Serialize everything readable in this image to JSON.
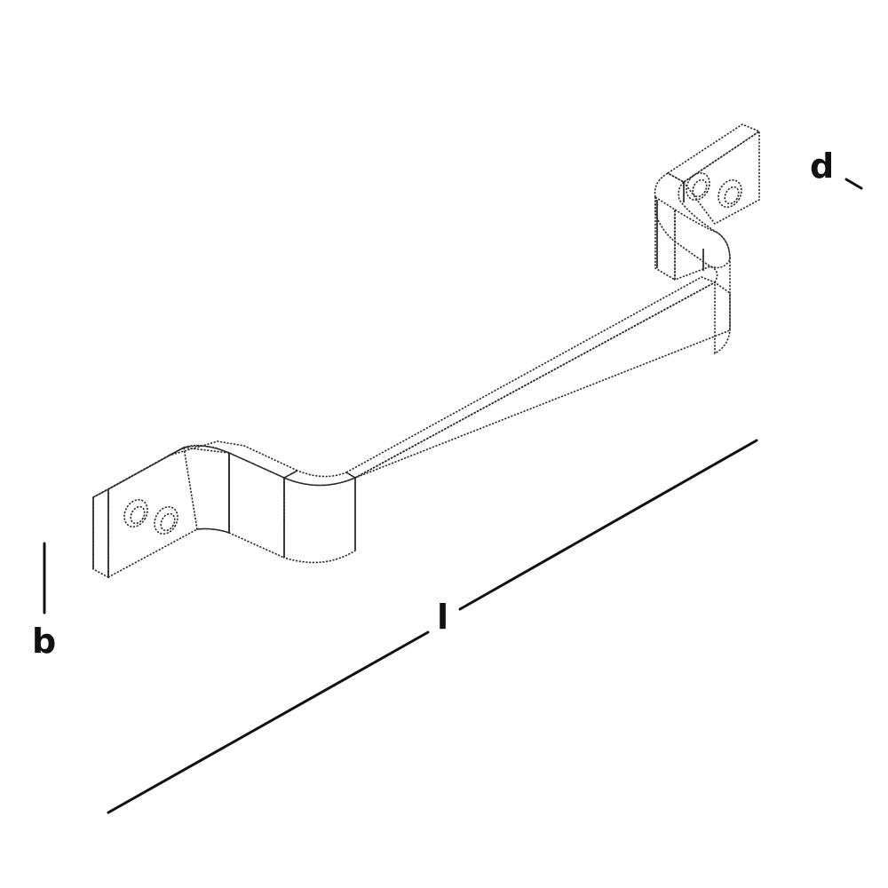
{
  "figure": {
    "subject": "Flat bar cranked door pull handle, isometric view",
    "colors": {
      "metal_top": "#d4d4d2",
      "metal_face": "#c3c4c1",
      "metal_side": "#b8b9b6",
      "edge": "#2b2b2b",
      "dimension": "#111111",
      "background": "#ffffff"
    },
    "features": {
      "left_flange_holes": 2,
      "right_flange_holes": 2
    }
  },
  "dimensions": {
    "length": {
      "label": "l"
    },
    "width": {
      "label": "b"
    },
    "depth": {
      "label": "d"
    }
  }
}
